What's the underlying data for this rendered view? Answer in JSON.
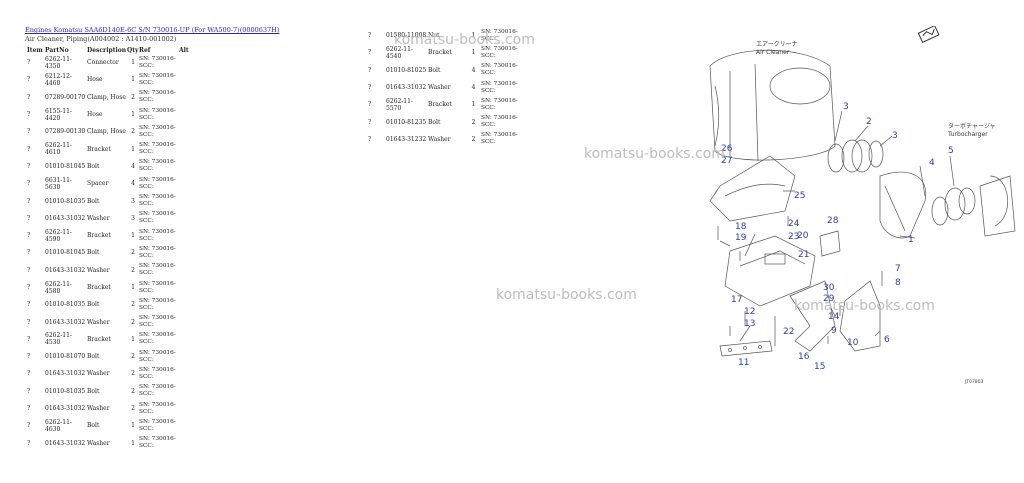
{
  "header": {
    "title_link": "Engines Komatsu SAA6D140E-6C S/N 730016-UP (For WA500-7)(0000637H)",
    "subtitle": "Air Cleaner, Piping(A004002 : A1410-001002)"
  },
  "columns": {
    "item": "Item",
    "part_no": "PartNo",
    "description": "Description",
    "qty": "Qty",
    "ref": "Ref",
    "alt": "Alt"
  },
  "left_rows": [
    {
      "item": "?",
      "part": "6262-11-4350",
      "desc": "Connector",
      "qty": "1",
      "sn": "SN: 730016-SCC:"
    },
    {
      "item": "?",
      "part": "6212-12-4460",
      "desc": "Hose",
      "qty": "1",
      "sn": "SN: 730016-SCC:"
    },
    {
      "item": "?",
      "part": "07289-00170",
      "desc": "Clamp, Hose",
      "qty": "2",
      "sn": "SN: 730016-SCC:"
    },
    {
      "item": "?",
      "part": "6155-11-4420",
      "desc": "Hose",
      "qty": "1",
      "sn": "SN: 730016-SCC:"
    },
    {
      "item": "?",
      "part": "07289-00130",
      "desc": "Clamp, Hose",
      "qty": "2",
      "sn": "SN: 730016-SCC:"
    },
    {
      "item": "?",
      "part": "6262-11-4610",
      "desc": "Bracket",
      "qty": "1",
      "sn": "SN: 730016-SCC:"
    },
    {
      "item": "?",
      "part": "01010-81045",
      "desc": "Bolt",
      "qty": "4",
      "sn": "SN: 730016-SCC:"
    },
    {
      "item": "?",
      "part": "6631-11-5630",
      "desc": "Spacer",
      "qty": "4",
      "sn": "SN: 730016-SCC:"
    },
    {
      "item": "?",
      "part": "01010-81035",
      "desc": "Bolt",
      "qty": "3",
      "sn": "SN: 730016-SCC:"
    },
    {
      "item": "?",
      "part": "01643-31032",
      "desc": "Washer",
      "qty": "3",
      "sn": "SN: 730016-SCC:"
    },
    {
      "item": "?",
      "part": "6262-11-4590",
      "desc": "Bracket",
      "qty": "1",
      "sn": "SN: 730016-SCC:"
    },
    {
      "item": "?",
      "part": "01010-81045",
      "desc": "Bolt",
      "qty": "2",
      "sn": "SN: 730016-SCC:"
    },
    {
      "item": "?",
      "part": "01643-31032",
      "desc": "Washer",
      "qty": "2",
      "sn": "SN: 730016-SCC:"
    },
    {
      "item": "?",
      "part": "6262-11-4580",
      "desc": "Bracket",
      "qty": "1",
      "sn": "SN: 730016-SCC:"
    },
    {
      "item": "?",
      "part": "01010-81035",
      "desc": "Bolt",
      "qty": "2",
      "sn": "SN: 730016-SCC:"
    },
    {
      "item": "?",
      "part": "01643-31032",
      "desc": "Washer",
      "qty": "2",
      "sn": "SN: 730016-SCC:"
    },
    {
      "item": "?",
      "part": "6262-11-4530",
      "desc": "Bracket",
      "qty": "1",
      "sn": "SN: 730016-SCC:"
    },
    {
      "item": "?",
      "part": "01010-81070",
      "desc": "Bolt",
      "qty": "2",
      "sn": "SN: 730016-SCC:"
    },
    {
      "item": "?",
      "part": "01643-31032",
      "desc": "Washer",
      "qty": "2",
      "sn": "SN: 730016-SCC:"
    },
    {
      "item": "?",
      "part": "01010-81035",
      "desc": "Bolt",
      "qty": "2",
      "sn": "SN: 730016-SCC:"
    },
    {
      "item": "?",
      "part": "01643-31032",
      "desc": "Washer",
      "qty": "2",
      "sn": "SN: 730016-SCC:"
    },
    {
      "item": "?",
      "part": "6262-11-4630",
      "desc": "Bolt",
      "qty": "1",
      "sn": "SN: 730016-SCC:"
    },
    {
      "item": "?",
      "part": "01643-31032",
      "desc": "Washer",
      "qty": "1",
      "sn": "SN: 730016-SCC:"
    }
  ],
  "right_rows": [
    {
      "item": "?",
      "part": "01580-11008",
      "desc": "Nut",
      "qty": "1",
      "sn": "SN: 730016-SCC:"
    },
    {
      "item": "?",
      "part": "6262-11-4540",
      "desc": "Bracket",
      "qty": "1",
      "sn": "SN: 730016-SCC:"
    },
    {
      "item": "?",
      "part": "01010-81025",
      "desc": "Bolt",
      "qty": "4",
      "sn": "SN: 730016-SCC:"
    },
    {
      "item": "?",
      "part": "01643-31032",
      "desc": "Washer",
      "qty": "4",
      "sn": "SN: 730016-SCC:"
    },
    {
      "item": "?",
      "part": "6262-11-5570",
      "desc": "Bracket",
      "qty": "1",
      "sn": "SN: 730016-SCC:"
    },
    {
      "item": "?",
      "part": "01010-81235",
      "desc": "Bolt",
      "qty": "2",
      "sn": "SN: 730016-SCC:"
    },
    {
      "item": "?",
      "part": "01643-31232",
      "desc": "Washer",
      "qty": "2",
      "sn": "SN: 730016-SCC:"
    }
  ],
  "watermark": "komatsu-books.com",
  "diagram": {
    "air_cleaner_jp": "エアークリーナ",
    "air_cleaner_en": "Air Cleaner",
    "turbo_jp": "ターボチャージャ",
    "turbo_en": "Turbocharger",
    "drawing_no": "JT07803",
    "callouts": [
      "1",
      "2",
      "3",
      "3",
      "4",
      "5",
      "6",
      "7",
      "8",
      "9",
      "10",
      "11",
      "12",
      "13",
      "14",
      "15",
      "16",
      "17",
      "18",
      "19",
      "20",
      "21",
      "22",
      "23",
      "24",
      "25",
      "26",
      "27",
      "28",
      "29",
      "30"
    ]
  },
  "colors": {
    "link": "#2a2aa8",
    "callout_blue": "#2a3fa0",
    "watermark": "#bdbdbd",
    "line_art": "#555555"
  }
}
